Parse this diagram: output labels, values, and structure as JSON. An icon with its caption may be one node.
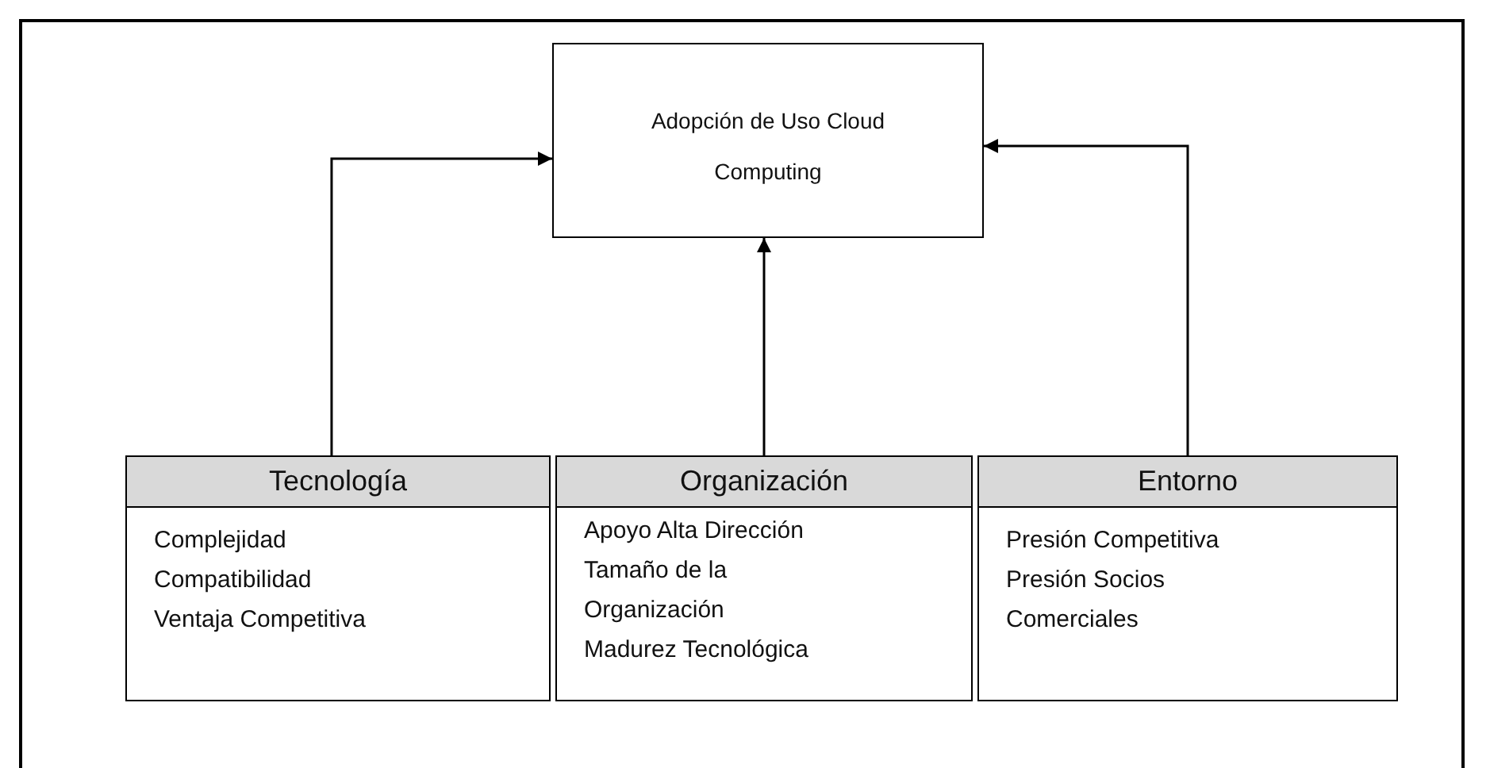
{
  "diagram": {
    "nodes": [
      {
        "text": [
          "Adopción de Uso Cloud Computing"
        ]
      },
      {
        "text": [
          "Tecnología",
          "Complejidad",
          "Compatibilidad",
          "Ventaja Competitiva"
        ]
      },
      {
        "text": [
          "Organización",
          "Apoyo Alta Dirección",
          "Tamaño de la Organización",
          "Madurez Tecnológica"
        ]
      },
      {
        "text": [
          "Entorno",
          "Presión Competitiva",
          "Presión Socios Comerciales"
        ]
      }
    ],
    "edges": [
      {
        "from": 1,
        "to": 0,
        "arrow": "to"
      },
      {
        "from": 2,
        "to": 0,
        "arrow": "to"
      },
      {
        "from": 3,
        "to": 0,
        "arrow": "to"
      }
    ]
  }
}
